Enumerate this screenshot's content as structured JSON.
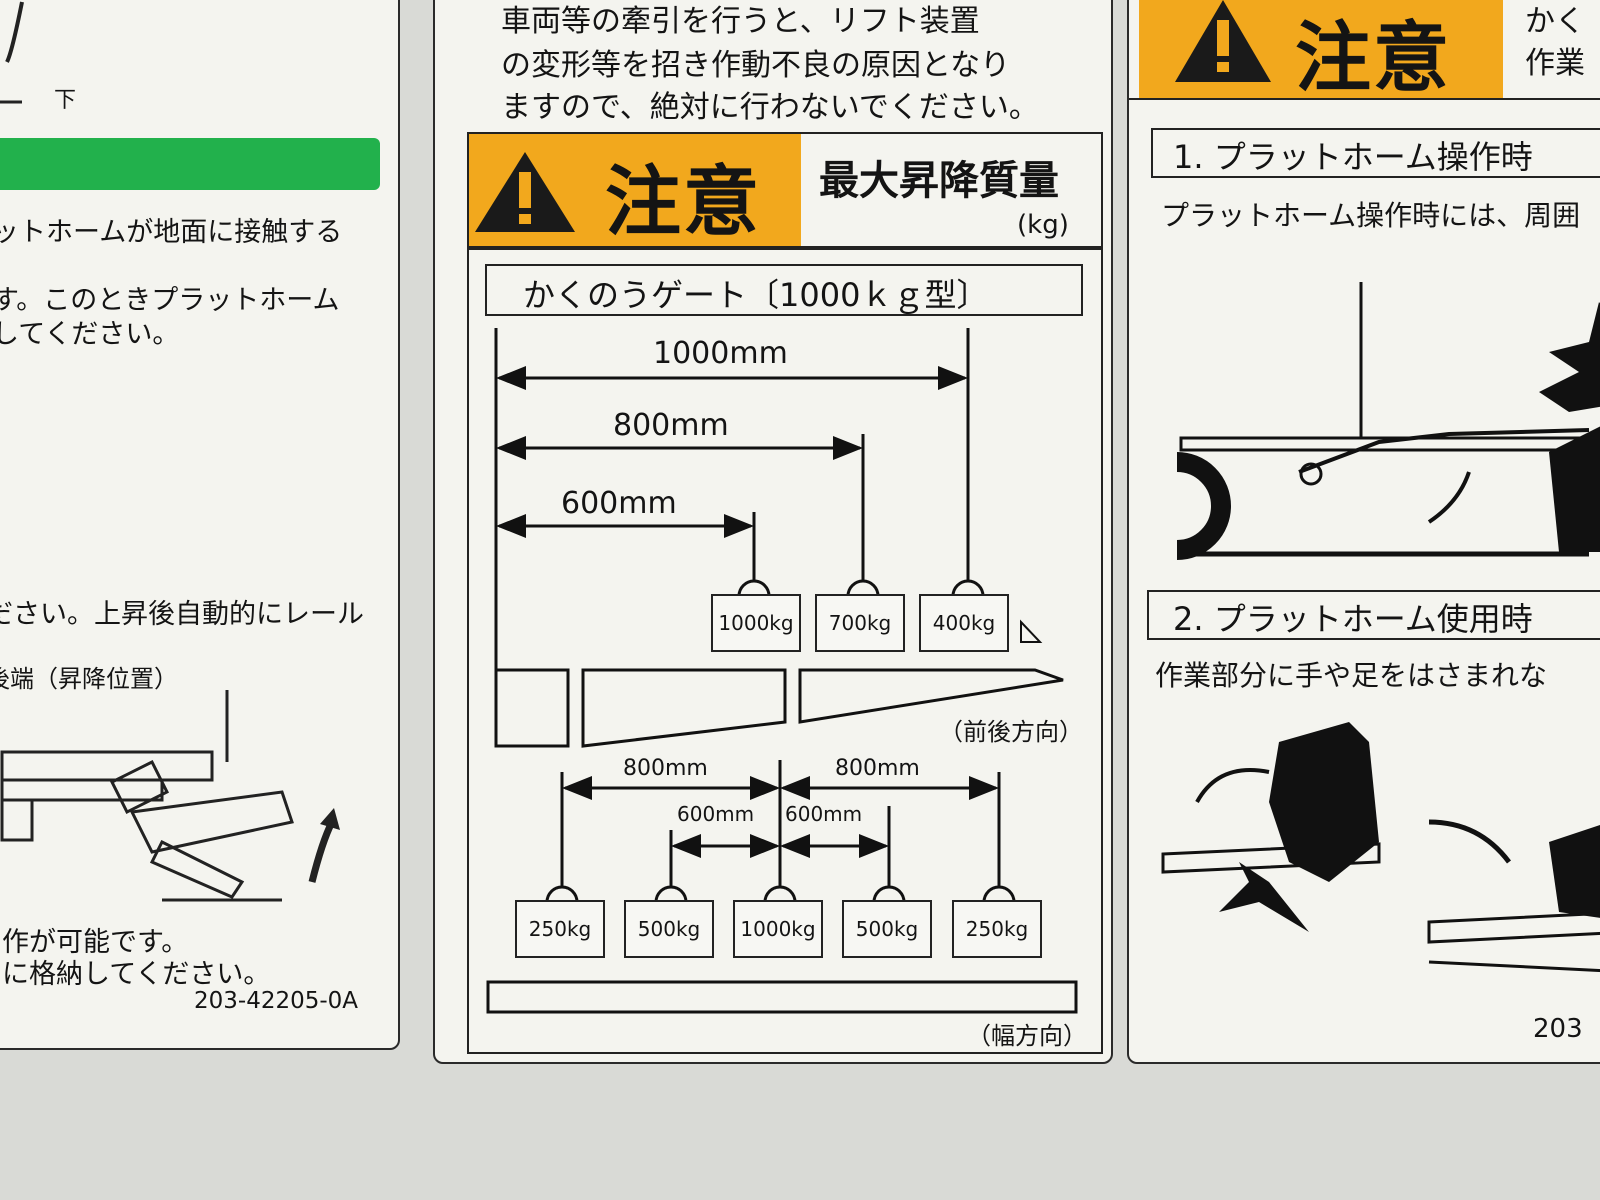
{
  "left_panel": {
    "arrow_label": "下",
    "text_lines": [
      "ットホームが地面に接触する",
      "す。このときプラットホーム",
      "してください。",
      "ださい。上昇後自動的にレール",
      "後端（昇降位置）",
      "作が可能です。",
      "に格納してください。"
    ],
    "part_number": "203-42205-0A",
    "band_color": "#22b14c"
  },
  "center_panel": {
    "top_text": [
      "車両等の牽引を行うと、リフト装置",
      "の変形等を招き作動不良の原因となり",
      "ますので、絶対に行わないでください。"
    ],
    "warning_word": "注意",
    "max_load_title": "最大昇降質量",
    "max_load_unit": "(kg)",
    "gate_title": "かくのうゲート〔1000ｋｇ型〕",
    "fore_aft": {
      "distances": [
        "1000mm",
        "800mm",
        "600mm"
      ],
      "weights": [
        "1000kg",
        "700kg",
        "400kg"
      ],
      "direction": "（前後方向）"
    },
    "width": {
      "outer_left": "800mm",
      "outer_right": "800mm",
      "inner_left": "600mm",
      "inner_right": "600mm",
      "weights": [
        "250kg",
        "500kg",
        "1000kg",
        "500kg",
        "250kg"
      ],
      "direction": "（幅方向）"
    },
    "accent_color": "#f2a81d"
  },
  "right_panel": {
    "warning_word": "注意",
    "header_fragment": [
      "かく",
      "作業"
    ],
    "section1_title": "1. プラットホーム操作時",
    "section1_text": "プラットホーム操作時には、周囲",
    "section2_title": "2. プラットホーム使用時",
    "section2_text": "作業部分に手や足をはさまれな",
    "part_number_fragment": "203"
  }
}
